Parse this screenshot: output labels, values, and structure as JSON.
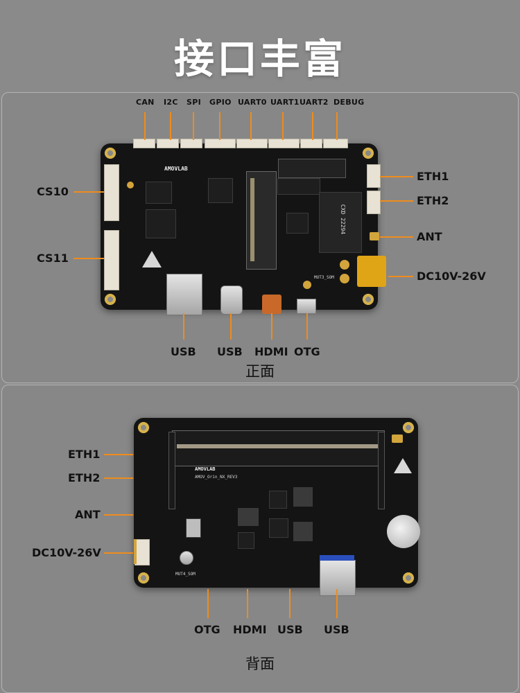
{
  "page": {
    "title": "接口丰富"
  },
  "front": {
    "caption": "正面",
    "top_labels": [
      "CAN",
      "I2C",
      "SPI",
      "GPIO",
      "UART0",
      "UART1",
      "UART2",
      "DEBUG"
    ],
    "left_labels": [
      "CS10",
      "CS11"
    ],
    "right_labels": [
      "ETH1",
      "ETH2",
      "ANT",
      "DC10V-26V"
    ],
    "bottom_labels": [
      "USB",
      "USB",
      "HDMI",
      "OTG"
    ]
  },
  "back": {
    "caption": "背面",
    "left_labels": [
      "ETH1",
      "ETH2",
      "ANT",
      "DC10V-26V"
    ],
    "bottom_labels": [
      "OTG",
      "HDMI",
      "USB",
      "USB"
    ]
  },
  "board_marks": {
    "brand": "AMOVLAB",
    "module_text": "CXD 22294",
    "silk_front": "MUT3_SOM",
    "silk_back_1": "AMOV_Orin_NX_REV3",
    "silk_back_2": "MUT4_SOM"
  },
  "colors": {
    "accent": "#f08c1c",
    "background": "#8a8a8a",
    "pcb": "#141414"
  }
}
